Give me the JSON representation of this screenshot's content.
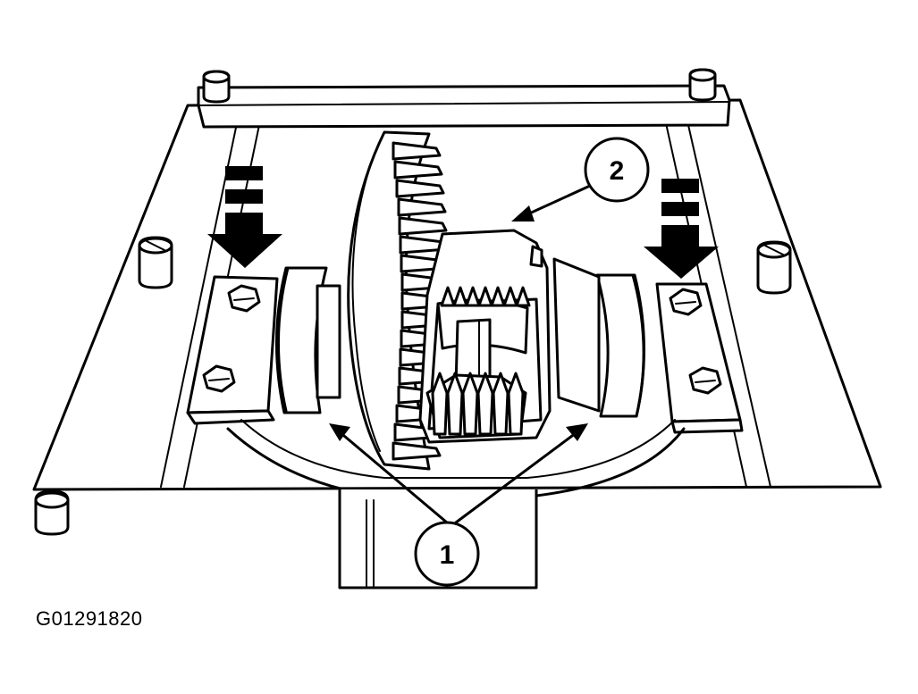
{
  "figure": {
    "id_label": "G01291820"
  },
  "callouts": [
    {
      "number": "1",
      "icon": "circle-number"
    },
    {
      "number": "2",
      "icon": "circle-number"
    }
  ],
  "icons": {
    "press_direction": "down-arrow-icon",
    "bolt": "hex-bolt-icon",
    "dowel": "dowel-pin-icon"
  },
  "colors": {
    "line": "#000000",
    "background": "#ffffff"
  }
}
